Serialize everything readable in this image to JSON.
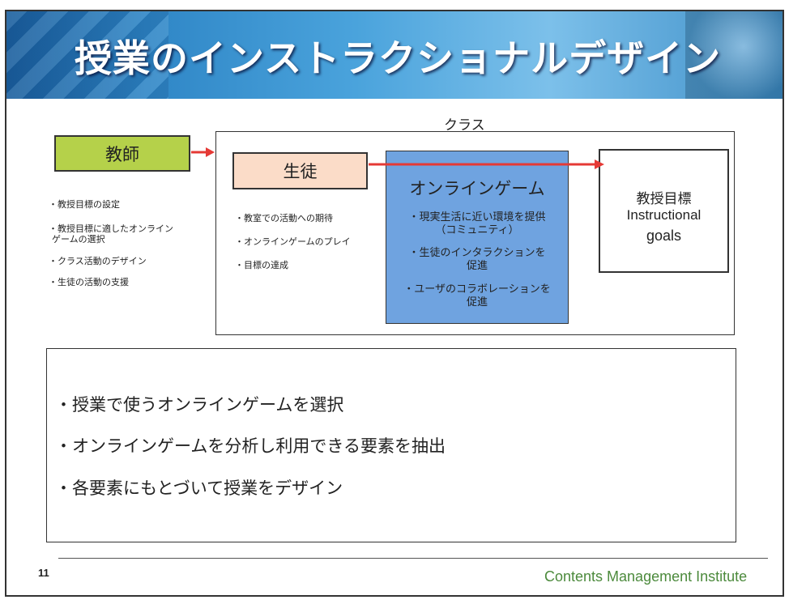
{
  "slide": {
    "title": "授業のインストラクショナルデザイン",
    "page_number": "11",
    "brand": "Contents Management Institute"
  },
  "diagram": {
    "class_label": "クラス",
    "teacher": {
      "label": "教師",
      "items": [
        "・教授目標の設定",
        "・教授目標に適したオンライン",
        "ゲームの選択",
        "・クラス活動のデザイン",
        "・生徒の活動の支援"
      ]
    },
    "student": {
      "label": "生徒",
      "items": [
        "・教室での活動への期待",
        "・オンラインゲームのプレイ",
        "・目標の達成"
      ]
    },
    "game": {
      "label": "オンラインゲーム",
      "items": [
        "・現実生活に近い環境を提供",
        "（コミュニティ）",
        "・生徒のインタラクションを",
        "促進",
        "・ユーザのコラボレーションを",
        "促進"
      ]
    },
    "goals": {
      "label_ja": "教授目標",
      "label_en_1": "Instructional",
      "label_en_2": "goals"
    },
    "colors": {
      "teacher": "#b5d14a",
      "student": "#fbdcc8",
      "game": "#6fa3e0",
      "arrow": "#e53935"
    }
  },
  "summary": {
    "bullets": [
      "・授業で使うオンラインゲームを選択",
      "・オンラインゲームを分析し利用できる要素を抽出",
      "・各要素にもとづいて授業をデザイン"
    ]
  }
}
